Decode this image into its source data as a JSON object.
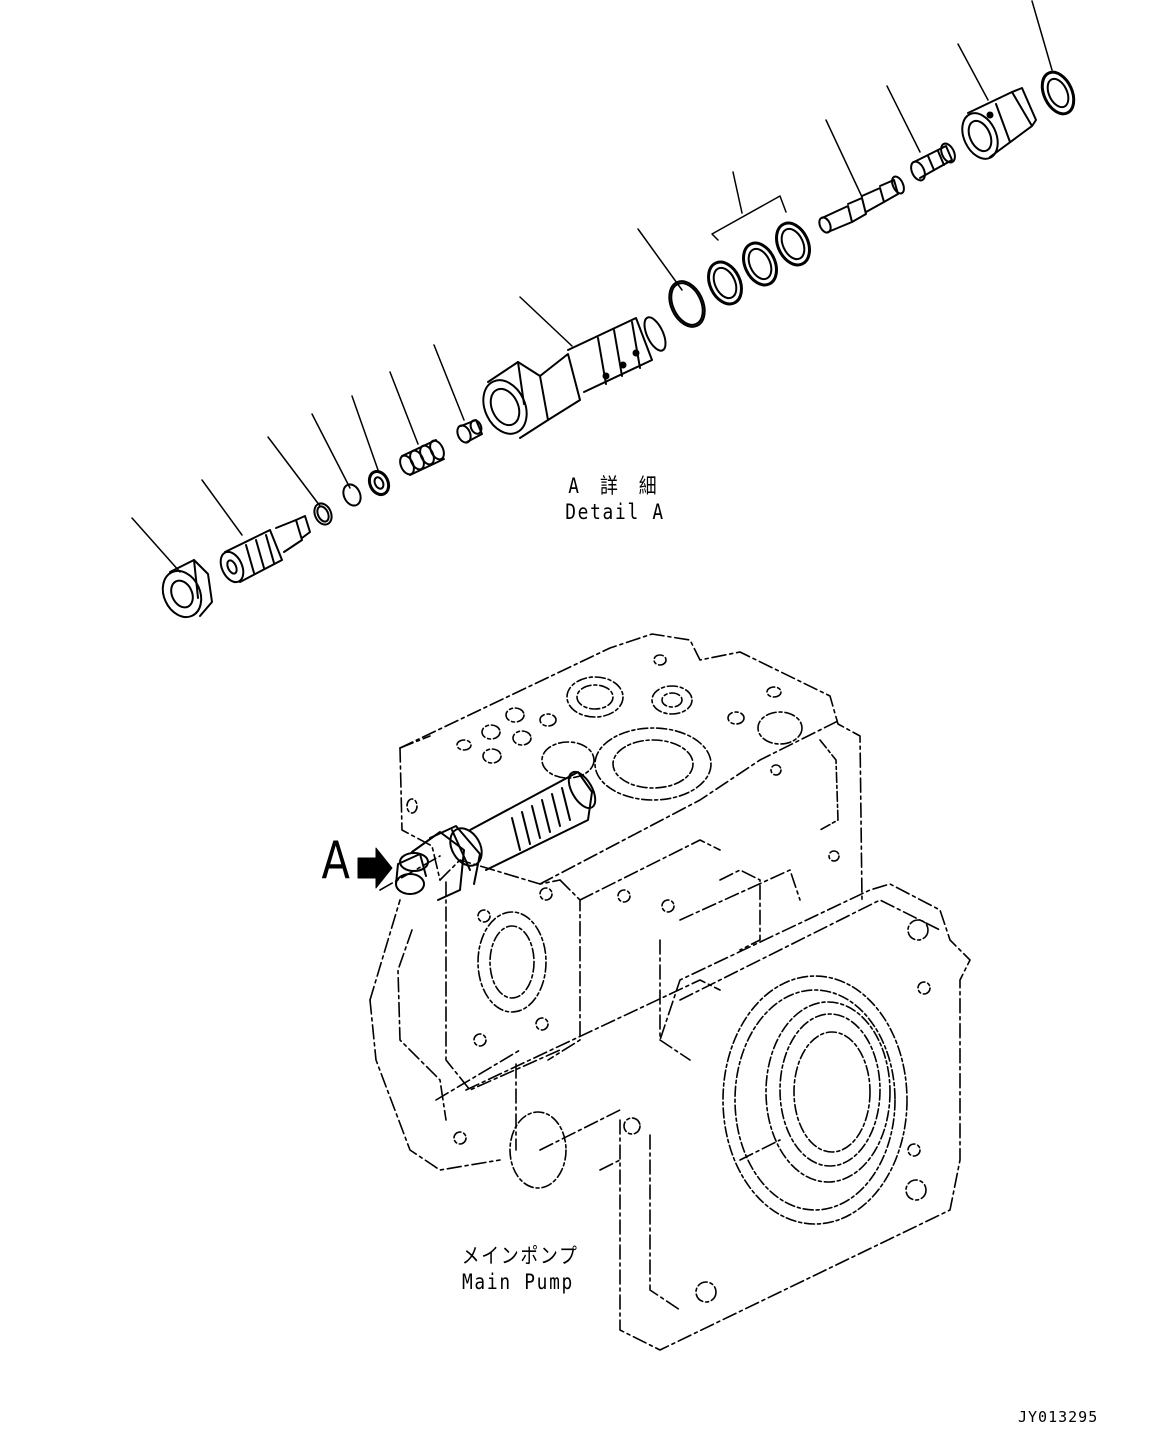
{
  "detail": {
    "title_jp": "A 詳 細",
    "title_en": "Detail A"
  },
  "pump": {
    "name_jp": "メインポンプ",
    "name_en": "Main Pump"
  },
  "view_arrow": {
    "letter": "A"
  },
  "drawing_id": "JY013295",
  "colors": {
    "line": "#000000",
    "background": "#ffffff"
  }
}
